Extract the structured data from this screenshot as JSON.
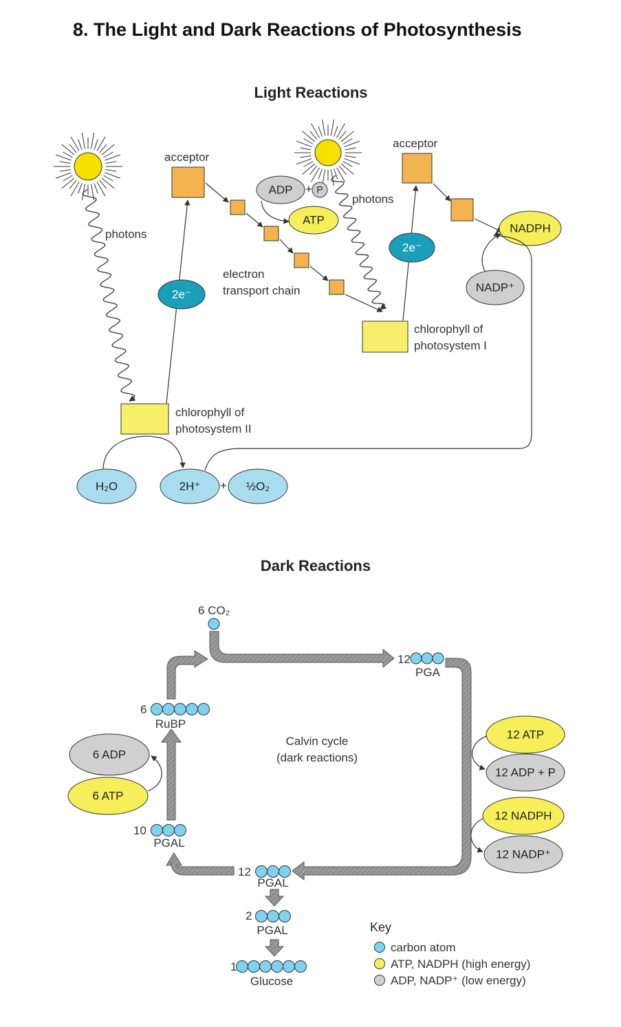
{
  "title": "8.  The Light and Dark Reactions of Photosynthesis",
  "light": {
    "heading": "Light Reactions",
    "photons_1": "photons",
    "photons_2": "photons",
    "acceptor_1": "acceptor",
    "acceptor_2": "acceptor",
    "etc_line1": "electron",
    "etc_line2": "transport chain",
    "ps2_line1": "chlorophyll of",
    "ps2_line2": "photosystem II",
    "ps1_line1": "chlorophyll of",
    "ps1_line2": "photosystem I",
    "electrons_1": "2e⁻",
    "electrons_2": "2e⁻",
    "adp": "ADP",
    "plus": "+",
    "phosphate": "P",
    "atp": "ATP",
    "nadph": "NADPH",
    "nadp": "NADP⁺",
    "water": "H₂O",
    "hydrogen": "2H⁺",
    "oxygen": "½O₂"
  },
  "dark": {
    "heading": "Dark Reactions",
    "co2_label": "6 CO₂",
    "pga_count": "12",
    "pga_label": "PGA",
    "rubp_count": "6",
    "rubp_label": "RuBP",
    "pgal10_count": "10",
    "pgal10_label": "PGAL",
    "pgal12_count": "12",
    "pgal12_label": "PGAL",
    "pgal2_count": "2",
    "pgal2_label": "PGAL",
    "glucose_count": "1",
    "glucose_label": "Glucose",
    "center_line1": "Calvin cycle",
    "center_line2": "(dark reactions)",
    "atp12": "12 ATP",
    "adp12": "12 ADP + P",
    "nadph12": "12 NADPH",
    "nadp12": "12 NADP⁺",
    "adp6": "6 ADP",
    "atp6": "6 ATP"
  },
  "key": {
    "title": "Key",
    "items": [
      {
        "label": "carbon atom",
        "color": "#7fd3f0"
      },
      {
        "label": "ATP, NADPH (high energy)",
        "color": "#f7ef5a"
      },
      {
        "label": "ADP, NADP⁺ (low energy)",
        "color": "#d0d0d0"
      }
    ]
  },
  "colors": {
    "sun": "#f5e000",
    "acceptor": "#f3b450",
    "chlorophyll": "#f7ef6a",
    "electron": "#1a9fb8",
    "water": "#a9dcef",
    "high_energy": "#f7ef5a",
    "low_energy": "#cccccc",
    "carbon": "#7fd3f0",
    "arrow_fill": "#8c8c8c"
  }
}
